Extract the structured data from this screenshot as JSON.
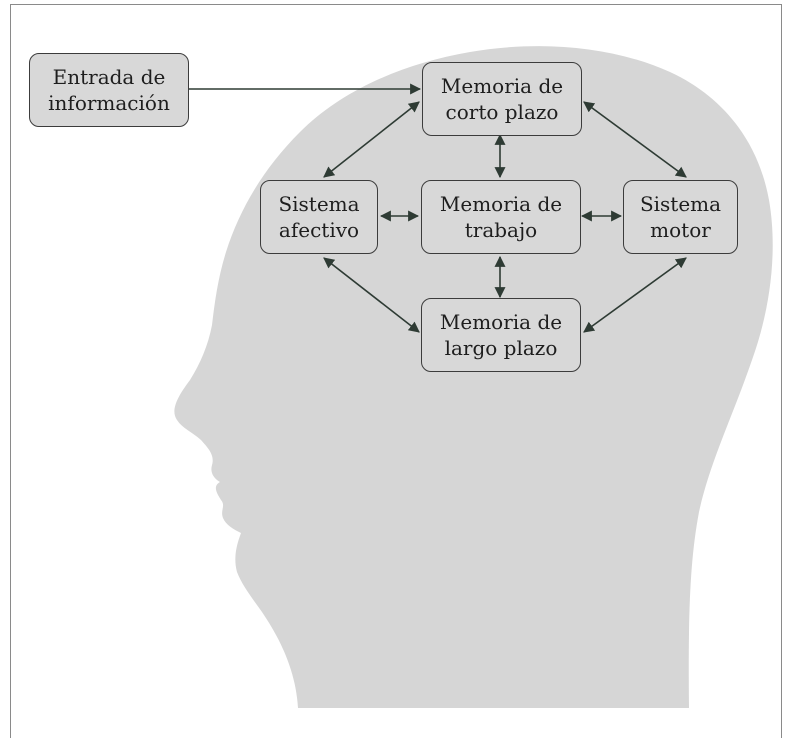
{
  "colors": {
    "head": "#d6d6d6",
    "box_fill": "#d8d8d8",
    "box_border": "#3c3c3c",
    "arrow": "#2e3b34",
    "frame": "#8a8a8a"
  },
  "nodes": {
    "input": {
      "line1": "Entrada de",
      "line2": "información"
    },
    "short_term": {
      "line1": "Memoria de",
      "line2": "corto plazo"
    },
    "affective": {
      "line1": "Sistema",
      "line2": "afectivo"
    },
    "working": {
      "line1": "Memoria de",
      "line2": "trabajo"
    },
    "motor": {
      "line1": "Sistema",
      "line2": "motor"
    },
    "long_term": {
      "line1": "Memoria de",
      "line2": "largo plazo"
    }
  },
  "edges": [
    {
      "from": "input",
      "to": "short_term",
      "direction": "one-way"
    },
    {
      "from": "short_term",
      "to": "affective",
      "direction": "two-way"
    },
    {
      "from": "short_term",
      "to": "working",
      "direction": "two-way"
    },
    {
      "from": "short_term",
      "to": "motor",
      "direction": "two-way"
    },
    {
      "from": "affective",
      "to": "working",
      "direction": "two-way"
    },
    {
      "from": "working",
      "to": "motor",
      "direction": "two-way"
    },
    {
      "from": "affective",
      "to": "long_term",
      "direction": "two-way"
    },
    {
      "from": "working",
      "to": "long_term",
      "direction": "two-way"
    },
    {
      "from": "motor",
      "to": "long_term",
      "direction": "two-way"
    }
  ]
}
